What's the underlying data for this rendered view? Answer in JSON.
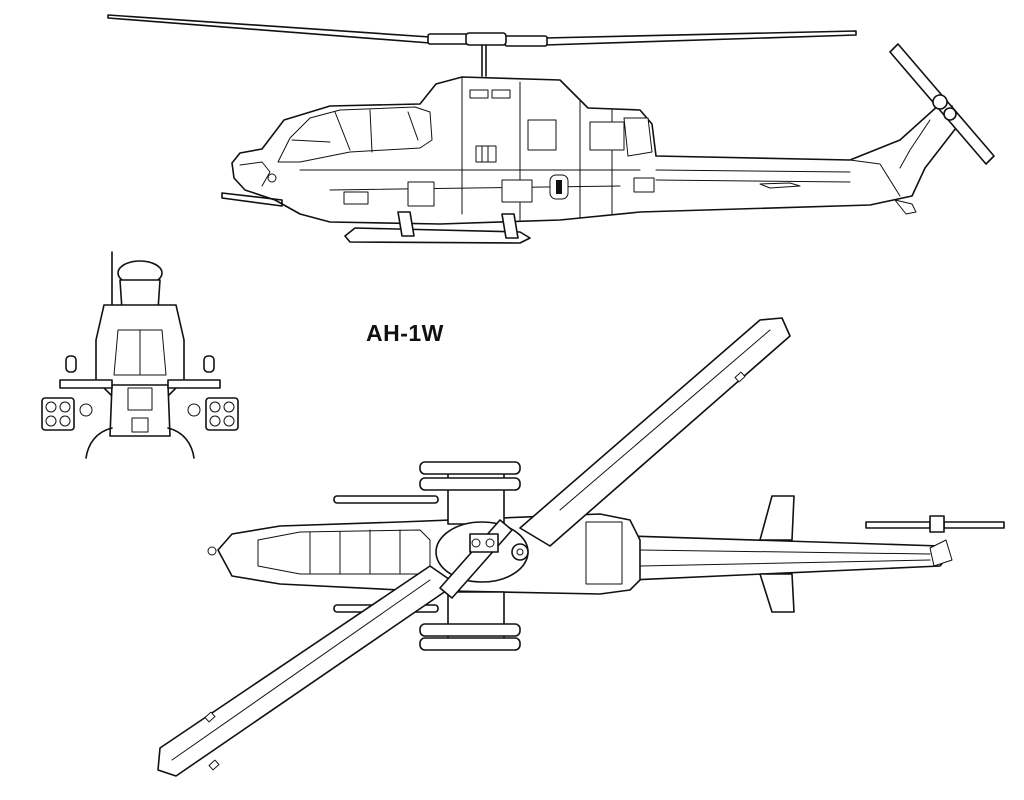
{
  "drawing": {
    "aircraft_label": "AH-1W",
    "views": [
      "side-view",
      "front-view",
      "top-view"
    ],
    "ink_color": "#111111",
    "paper_color": "#ffffff"
  }
}
